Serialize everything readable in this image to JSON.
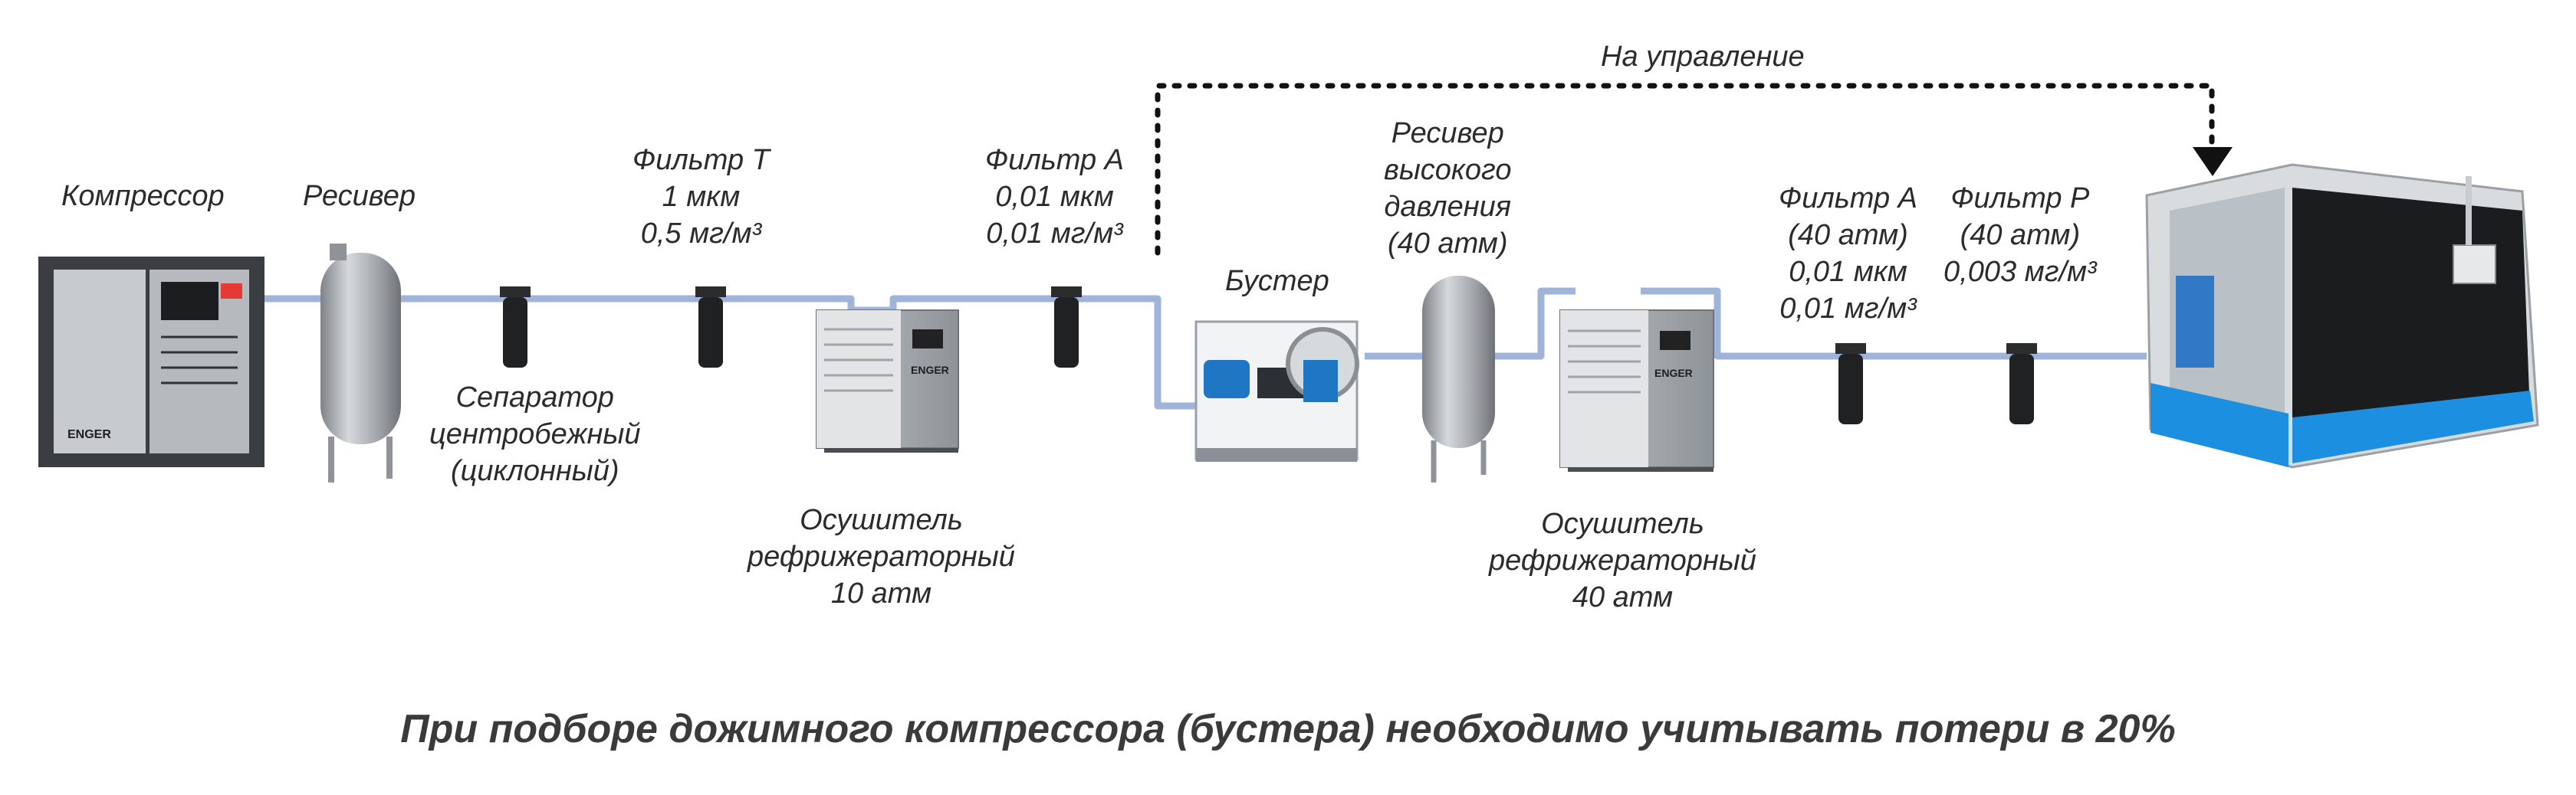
{
  "diagram": {
    "labels": {
      "compressor": "Компрессор",
      "receiver": "Ресивер",
      "separator": [
        "Сепаратор",
        "центробежный",
        "(циклонный)"
      ],
      "filter_t": [
        "Фильтр Т",
        "1 мкм",
        "0,5 мг/м³"
      ],
      "filter_a": [
        "Фильтр А",
        "0,01 мкм",
        "0,01 мг/м³"
      ],
      "dryer_1": [
        "Осушитель",
        "рефрижераторный",
        "10 атм"
      ],
      "booster": "Бустер",
      "hp_receiver": [
        "Ресивер",
        "высокого",
        "давления",
        "(40 атм)"
      ],
      "dryer_2": [
        "Осушитель",
        "рефрижераторный",
        "40 атм"
      ],
      "filter_a_40": [
        "Фильтр А",
        "(40 атм)",
        "0,01 мкм",
        "0,01 мг/м³"
      ],
      "filter_p_40": [
        "Фильтр Р",
        "(40 атм)",
        "0,003 мг/м³"
      ],
      "control": "На управление"
    },
    "branding": {
      "compressor_brand": "ENGER",
      "dryer_brand": "ENGER"
    },
    "colors": {
      "pipe": "#9fb4d8",
      "equipment_gray": "#a9adb2",
      "dark": "#2e3236",
      "booster_blue": "#1f77c4",
      "machine_blue": "#1d8fe0"
    }
  },
  "footer": {
    "note": "При подборе дожимного компрессора (бустера) необходимо учитывать потери в 20%"
  }
}
